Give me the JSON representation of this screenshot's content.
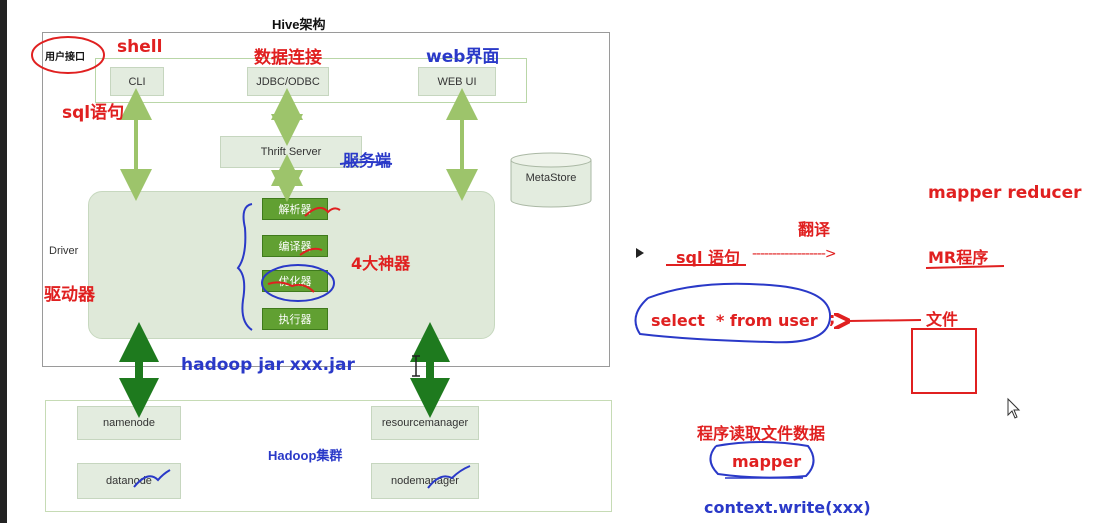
{
  "diagram": {
    "title": "Hive架构",
    "ui_layer": {
      "cli": "CLI",
      "jdbc": "JDBC/ODBC",
      "webui": "WEB UI"
    },
    "thrift_server": "Thrift Server",
    "metastore": "MetaStore",
    "driver_label": "Driver",
    "driver_components": [
      "解析器",
      "编译器",
      "优化器",
      "执行器"
    ],
    "hadoop": {
      "label": "Hadoop集群",
      "namenode": "namenode",
      "resourcemanager": "resourcemanager",
      "datanode": "datanode",
      "nodemanager": "nodemanager"
    }
  },
  "annotations": {
    "user_interface": "用户接口",
    "shell": "shell",
    "data_connect": "数据连接",
    "web": "web界面",
    "sql_statement": "sql语句",
    "server_side": "服务端",
    "four_engines": "4大神器",
    "driver_cn": "驱动器",
    "hadoop_jar": "hadoop jar xxx.jar",
    "mapper_reducer": "mapper reducer",
    "translate": "翻译",
    "sql_stmt2": "sql 语句",
    "arrow_dashes": "------------------>",
    "mr_program": "MR程序",
    "select_stmt": "select  * from user",
    "semicolon": ";",
    "file": "文件",
    "read_file": "程序读取文件数据",
    "mapper": "mapper",
    "context_write": "context.write(xxx)"
  },
  "colors": {
    "annotation_red": "#e02020",
    "annotation_blue": "#2a39c8",
    "box_green": "#e3ecdf",
    "button_green": "#61a032",
    "arrow_light_green": "#9dc46b",
    "arrow_dark_green": "#1e7a1e"
  }
}
